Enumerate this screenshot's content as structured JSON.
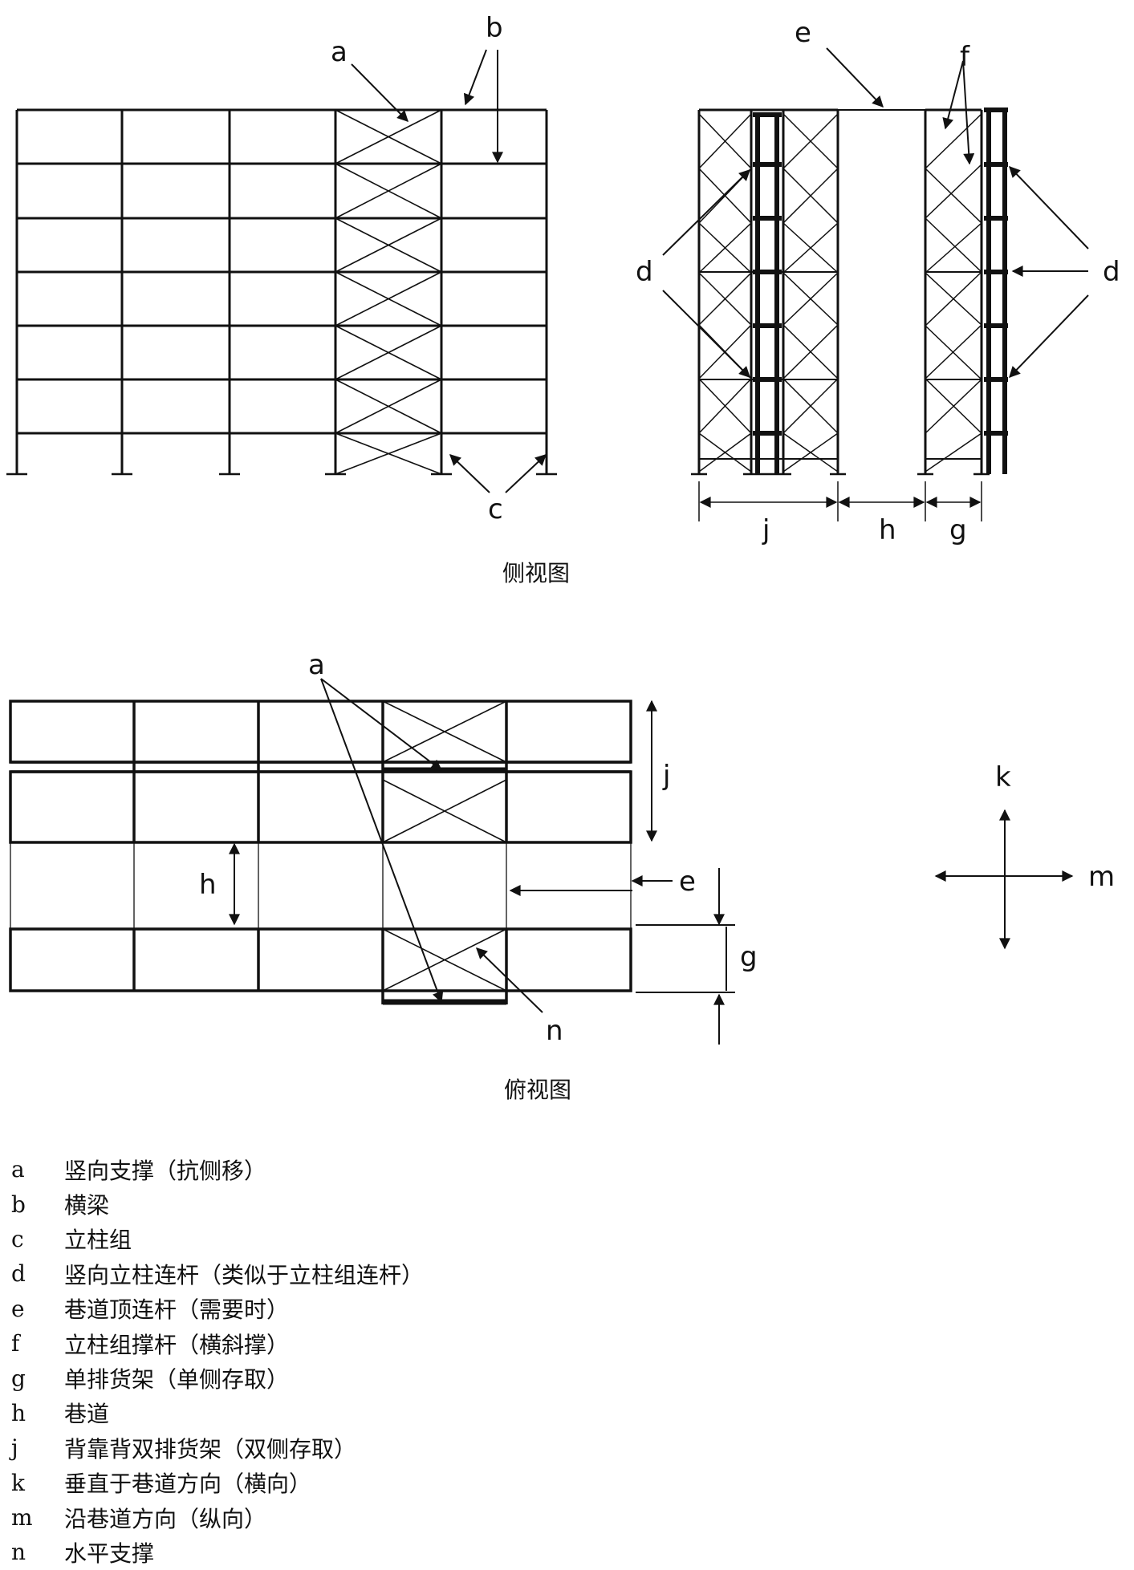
{
  "side_view": {
    "caption": "侧视图",
    "labels": {
      "a": "a",
      "b": "b",
      "c": "c",
      "d": "d",
      "e": "e",
      "f": "f",
      "j": "j",
      "h": "h",
      "g": "g"
    }
  },
  "top_view": {
    "caption": "俯视图",
    "labels": {
      "a": "a",
      "j": "j",
      "h": "h",
      "e": "e",
      "g": "g",
      "n": "n",
      "k": "k",
      "m": "m"
    }
  },
  "legend": [
    {
      "key": "a",
      "desc": "竖向支撑（抗侧移）"
    },
    {
      "key": "b",
      "desc": "横梁"
    },
    {
      "key": "c",
      "desc": "立柱组"
    },
    {
      "key": "d",
      "desc": "竖向立柱连杆（类似于立柱组连杆）"
    },
    {
      "key": "e",
      "desc": "巷道顶连杆（需要时）"
    },
    {
      "key": "f",
      "desc": "立柱组撑杆（横斜撑）"
    },
    {
      "key": "g",
      "desc": "单排货架（单侧存取）"
    },
    {
      "key": "h",
      "desc": "巷道"
    },
    {
      "key": "j",
      "desc": "背靠背双排货架（双侧存取）"
    },
    {
      "key": "k",
      "desc": "垂直于巷道方向（横向）"
    },
    {
      "key": "m",
      "desc": "沿巷道方向（纵向）"
    },
    {
      "key": "n",
      "desc": "水平支撑"
    }
  ]
}
